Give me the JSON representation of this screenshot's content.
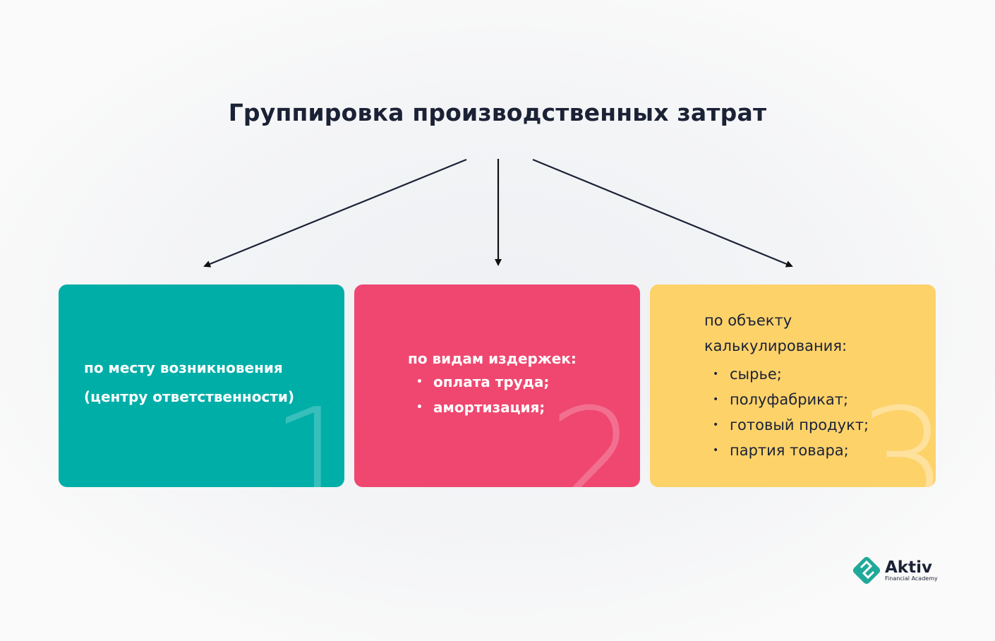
{
  "title": "Группировка производственных затрат",
  "boxes": [
    {
      "number": "1",
      "lines": [
        "по месту возникновения",
        "(центру ответственности)"
      ],
      "color": "#00aea8"
    },
    {
      "number": "2",
      "heading": "по видам издержек:",
      "items": [
        "оплата труда;",
        "амортизация;"
      ],
      "color": "#ef4770"
    },
    {
      "number": "3",
      "heading_lines": [
        "по объекту",
        "калькулирования:"
      ],
      "items": [
        "сырье;",
        "полуфабрикат;",
        "готовый продукт;",
        "партия товара;"
      ],
      "color": "#fdd269"
    }
  ],
  "logo": {
    "name": "Aktiv",
    "subtitle": "Financial Academy",
    "color": "#1fa99a"
  }
}
